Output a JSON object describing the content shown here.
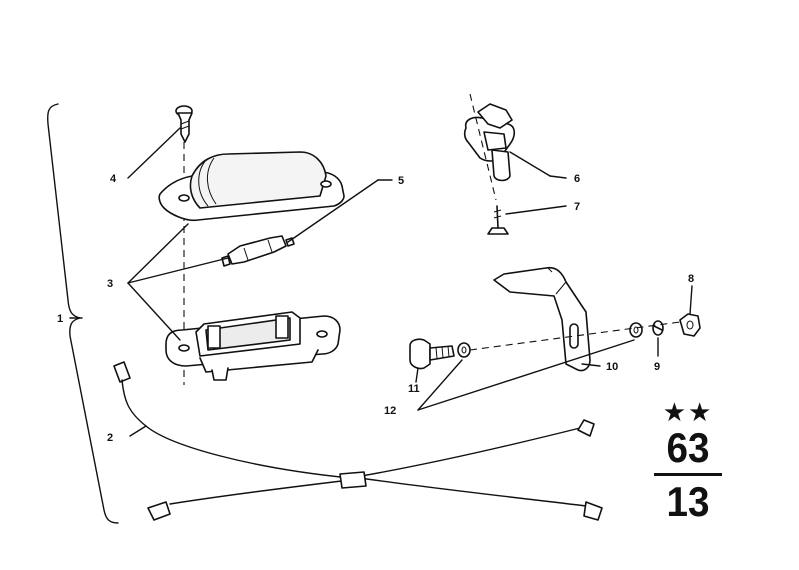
{
  "diagram": {
    "callouts": [
      "1",
      "2",
      "3",
      "4",
      "5",
      "6",
      "7",
      "8",
      "9",
      "10",
      "11",
      "12"
    ],
    "group_code": {
      "stars": "★★",
      "main_group": "63",
      "sub_group": "13"
    }
  }
}
